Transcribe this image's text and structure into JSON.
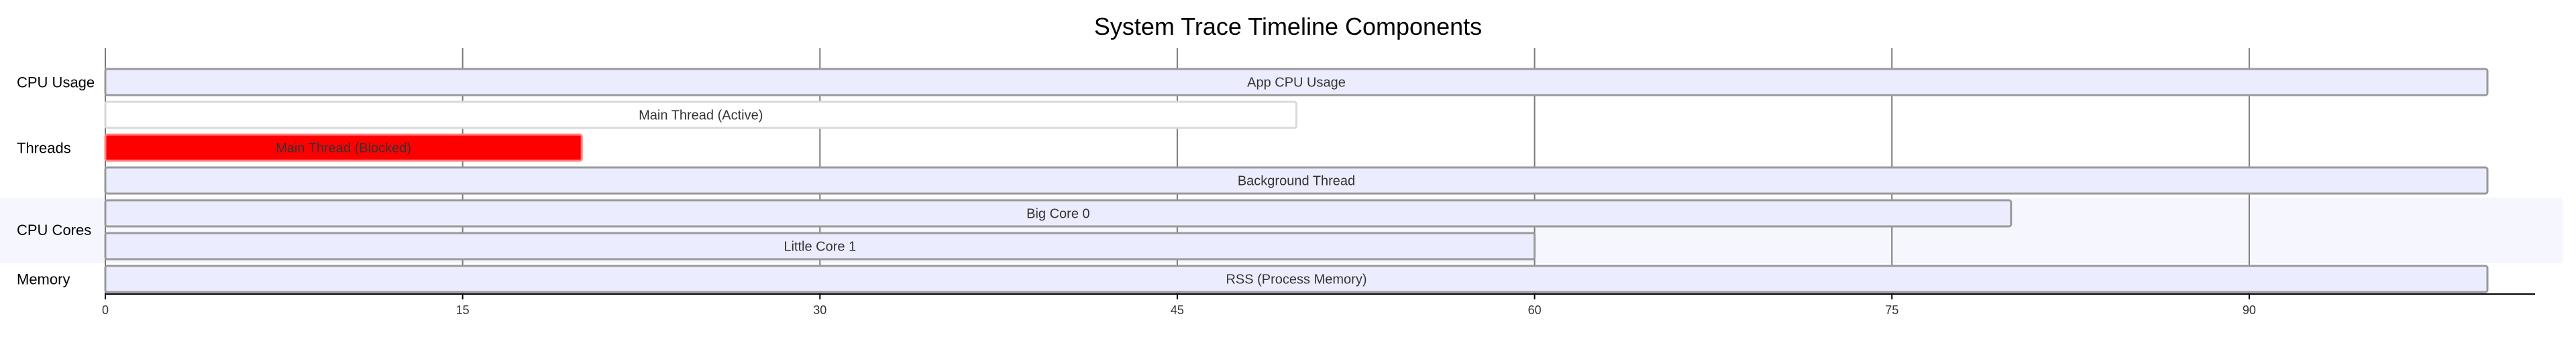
{
  "chart_data": {
    "type": "gantt",
    "title": "System Trace Timeline Components",
    "xlim": [
      0,
      102
    ],
    "x_ticks": [
      0,
      15,
      30,
      45,
      60,
      75,
      90
    ],
    "sections": [
      {
        "name": "CPU Usage",
        "rows": 1,
        "shaded": false
      },
      {
        "name": "Threads",
        "rows": 3,
        "shaded": false
      },
      {
        "name": "CPU Cores",
        "rows": 2,
        "shaded": true
      },
      {
        "name": "Memory",
        "rows": 1,
        "shaded": false
      }
    ],
    "tasks": [
      {
        "label": "App CPU Usage",
        "section": "CPU Usage",
        "start": 0,
        "end": 100,
        "fill": "#ececff",
        "stroke": "#9a9a9a"
      },
      {
        "label": "Main Thread (Active)",
        "section": "Threads",
        "start": 0,
        "end": 50,
        "fill": "#ffffff",
        "stroke": "#d8d8d8"
      },
      {
        "label": "Main Thread (Blocked)",
        "section": "Threads",
        "start": 0,
        "end": 20,
        "fill": "#ff0000",
        "stroke": "#ff8080"
      },
      {
        "label": "Background Thread",
        "section": "Threads",
        "start": 0,
        "end": 100,
        "fill": "#ececff",
        "stroke": "#9a9a9a"
      },
      {
        "label": "Big Core 0",
        "section": "CPU Cores",
        "start": 0,
        "end": 80,
        "fill": "#ececff",
        "stroke": "#9a9a9a"
      },
      {
        "label": "Little Core 1",
        "section": "CPU Cores",
        "start": 0,
        "end": 60,
        "fill": "#ececff",
        "stroke": "#9a9a9a"
      },
      {
        "label": "RSS (Process Memory)",
        "section": "Memory",
        "start": 0,
        "end": 100,
        "fill": "#ececff",
        "stroke": "#9a9a9a"
      }
    ],
    "grid": true
  }
}
